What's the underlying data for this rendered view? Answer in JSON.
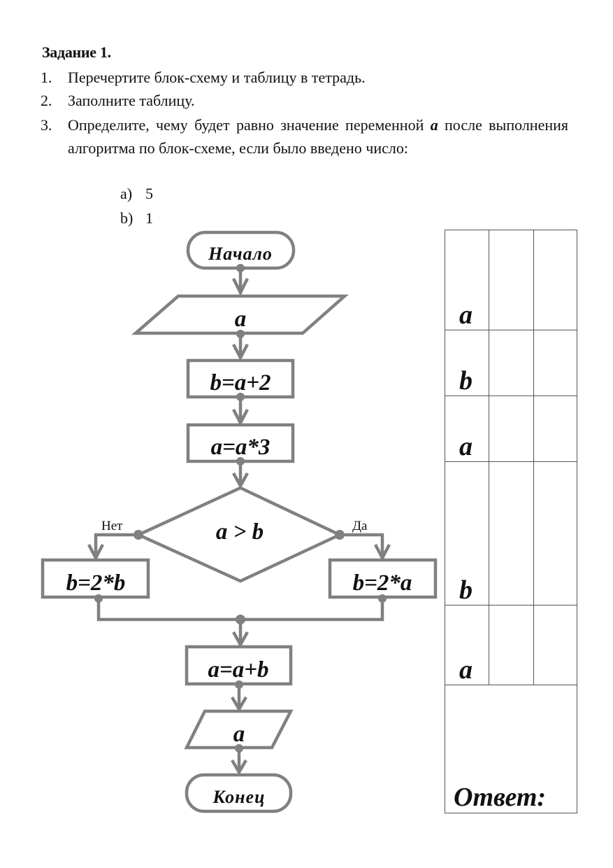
{
  "task": {
    "title": "Задание 1.",
    "steps": [
      {
        "num": "1.",
        "text": "Перечертите блок-схему и таблицу в тетрадь."
      },
      {
        "num": "2.",
        "text": "Заполните таблицу."
      },
      {
        "num": "3.",
        "text_before": "Определите, чему будет равно значение переменной ",
        "var": "a",
        "text_after": " после выполнения алгоритма по блок-схеме, если было введено число:"
      }
    ],
    "options": [
      {
        "label": "a)",
        "value": "5"
      },
      {
        "label": "b)",
        "value": "1"
      }
    ]
  },
  "flowchart": {
    "start": "Начало",
    "input": "a",
    "step1": "b=a+2",
    "step2": "a=a*3",
    "condition": "a > b",
    "no_label": "Нет",
    "yes_label": "Да",
    "no_branch": "b=2*b",
    "yes_branch": "b=2*a",
    "step3": "a=a+b",
    "output": "a",
    "end": "Конец"
  },
  "trace_table": {
    "rows": [
      {
        "var": "a",
        "cells": [
          "",
          ""
        ]
      },
      {
        "var": "b",
        "cells": [
          "",
          ""
        ]
      },
      {
        "var": "a",
        "cells": [
          "",
          ""
        ]
      },
      {
        "var": "b",
        "cells": [
          "",
          ""
        ]
      },
      {
        "var": "a",
        "cells": [
          "",
          ""
        ]
      }
    ],
    "answer_label": "Ответ:"
  },
  "colors": {
    "flow_stroke": "#808080",
    "table_border": "#555555",
    "text": "#111111"
  }
}
